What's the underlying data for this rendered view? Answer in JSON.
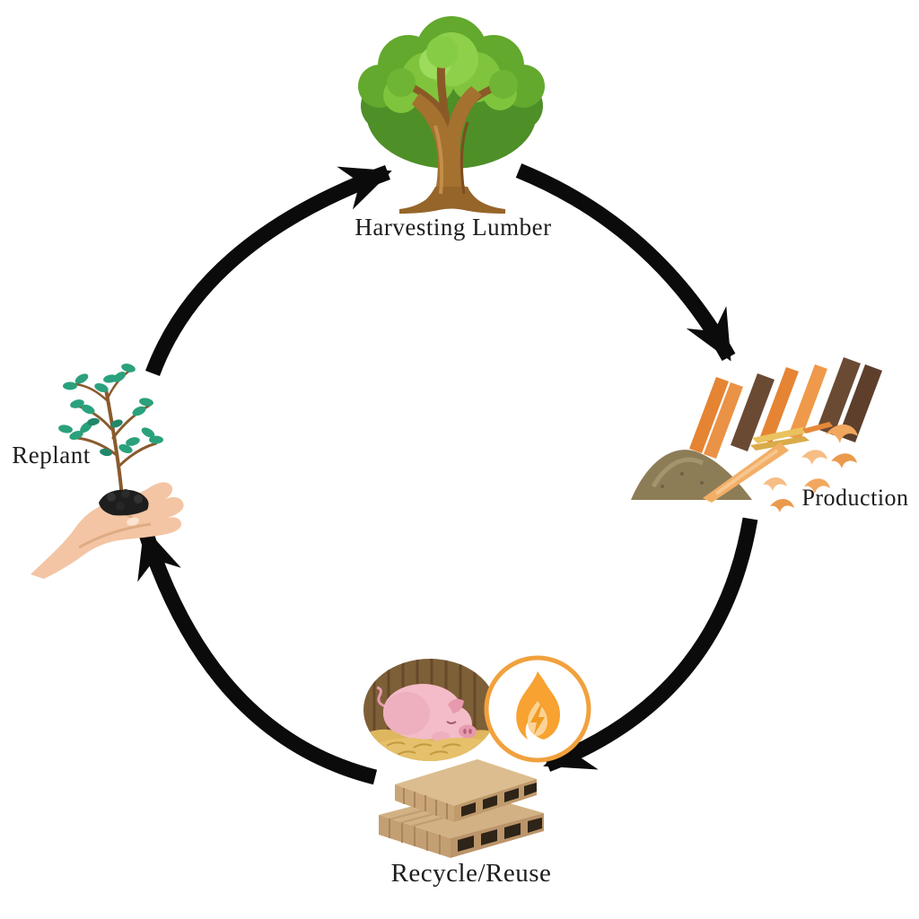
{
  "diagram": {
    "type": "cycle",
    "direction": "clockwise",
    "background": "#ffffff",
    "arrow_color": "#0b0b0b",
    "label_color": "#1d1d1d",
    "nodes": [
      {
        "id": "harvesting-lumber",
        "label": "Harvesting Lumber",
        "position": "top",
        "icon": "tree-icon"
      },
      {
        "id": "production",
        "label": "Production",
        "position": "right",
        "icon": "lumber-sawdust-shavings-icon"
      },
      {
        "id": "recycle-reuse",
        "label": "Recycle/Reuse",
        "position": "bottom",
        "icon": "decking-pig-bedding-energy-icon"
      },
      {
        "id": "replant",
        "label": "Replant",
        "position": "left",
        "icon": "hand-holding-sapling-icon"
      }
    ],
    "edges": [
      {
        "from": "replant",
        "to": "harvesting-lumber"
      },
      {
        "from": "harvesting-lumber",
        "to": "production"
      },
      {
        "from": "production",
        "to": "recycle-reuse"
      },
      {
        "from": "recycle-reuse",
        "to": "replant"
      }
    ],
    "palette": {
      "tree_green_light": "#8fd04a",
      "tree_green_dark": "#4e8f27",
      "trunk_brown": "#a5712f",
      "plank_orange": "#e58433",
      "plank_dark_brown": "#6b4a33",
      "sawdust_olive": "#8d7d57",
      "shaving_orange": "#f2a75f",
      "decking_tan": "#cfa97a",
      "pig_pink": "#f3bcc8",
      "straw_yellow": "#dfb75e",
      "barn_brown": "#7d5f38",
      "flame_orange": "#f7a231",
      "leaf_teal": "#2aa17c",
      "hand_skin": "#f3c5a4",
      "soil_black": "#1e1e1e"
    }
  }
}
